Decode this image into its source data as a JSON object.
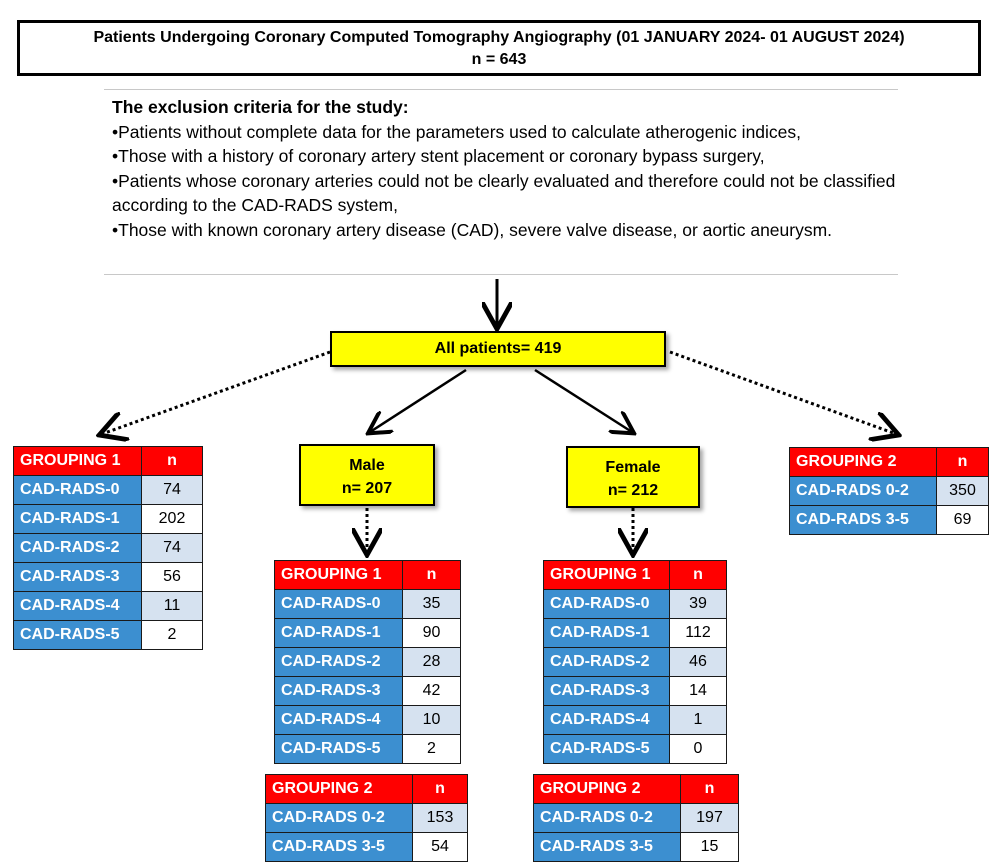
{
  "title": {
    "line1": "Patients Undergoing Coronary Computed Tomography Angiography (01 JANUARY 2024- 01 AUGUST 2024)",
    "line2": "n = 643"
  },
  "exclusion": {
    "heading": "The exclusion criteria for the study:",
    "items": [
      "•Patients without complete data for the parameters used to calculate atherogenic indices,",
      "•Those with a history of coronary artery stent placement or coronary bypass surgery,",
      "•Patients whose coronary arteries could not be clearly evaluated and therefore could not be classified according to the CAD-RADS system,",
      "•Those with known coronary artery disease (CAD), severe valve disease, or aortic aneurysm."
    ]
  },
  "all_patients": "All patients= 419",
  "male": {
    "label": "Male",
    "n": "n= 207"
  },
  "female": {
    "label": "Female",
    "n": "n= 212"
  },
  "tables": {
    "all_g1": {
      "header": [
        "GROUPING 1",
        "n"
      ],
      "rows": [
        [
          "CAD-RADS-0",
          "74"
        ],
        [
          "CAD-RADS-1",
          "202"
        ],
        [
          "CAD-RADS-2",
          "74"
        ],
        [
          "CAD-RADS-3",
          "56"
        ],
        [
          "CAD-RADS-4",
          "11"
        ],
        [
          "CAD-RADS-5",
          "2"
        ]
      ]
    },
    "all_g2": {
      "header": [
        "GROUPING 2",
        "n"
      ],
      "rows": [
        [
          "CAD-RADS 0-2",
          "350"
        ],
        [
          "CAD-RADS 3-5",
          "69"
        ]
      ]
    },
    "male_g1": {
      "header": [
        "GROUPING 1",
        "n"
      ],
      "rows": [
        [
          "CAD-RADS-0",
          "35"
        ],
        [
          "CAD-RADS-1",
          "90"
        ],
        [
          "CAD-RADS-2",
          "28"
        ],
        [
          "CAD-RADS-3",
          "42"
        ],
        [
          "CAD-RADS-4",
          "10"
        ],
        [
          "CAD-RADS-5",
          "2"
        ]
      ]
    },
    "male_g2": {
      "header": [
        "GROUPING 2",
        "n"
      ],
      "rows": [
        [
          "CAD-RADS 0-2",
          "153"
        ],
        [
          "CAD-RADS 3-5",
          "54"
        ]
      ]
    },
    "female_g1": {
      "header": [
        "GROUPING 1",
        "n"
      ],
      "rows": [
        [
          "CAD-RADS-0",
          "39"
        ],
        [
          "CAD-RADS-1",
          "112"
        ],
        [
          "CAD-RADS-2",
          "46"
        ],
        [
          "CAD-RADS-3",
          "14"
        ],
        [
          "CAD-RADS-4",
          "1"
        ],
        [
          "CAD-RADS-5",
          "0"
        ]
      ]
    },
    "female_g2": {
      "header": [
        "GROUPING 2",
        "n"
      ],
      "rows": [
        [
          "CAD-RADS 0-2",
          "197"
        ],
        [
          "CAD-RADS 3-5",
          "15"
        ]
      ]
    }
  }
}
